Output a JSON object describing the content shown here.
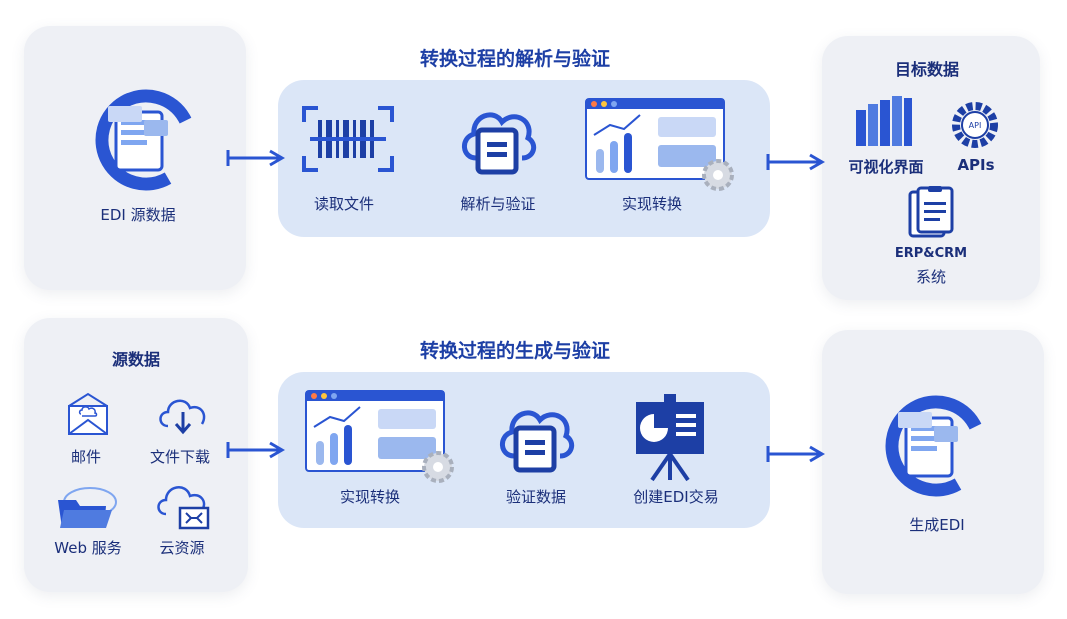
{
  "top": {
    "source_label": "EDI 源数据",
    "process_title": "转换过程的解析与验证",
    "steps": [
      "读取文件",
      "解析与验证",
      "实现转换"
    ],
    "target_title": "目标数据",
    "targets": [
      "可视化界面",
      "APIs",
      "ERP&CRM",
      "系统"
    ],
    "api_badge": "API"
  },
  "bottom": {
    "source_title": "源数据",
    "sources": [
      "邮件",
      "文件下载",
      "Web 服务",
      "云资源"
    ],
    "process_title": "转换过程的生成与验证",
    "steps": [
      "实现转换",
      "验证数据",
      "创建EDI交易"
    ],
    "target_label": "生成EDI"
  },
  "colors": {
    "primary": "#2a55d2",
    "dark": "#1d3fa5",
    "light": "#7fa6f0",
    "card": "#eef0f5",
    "panel": "#dbe6f7"
  }
}
